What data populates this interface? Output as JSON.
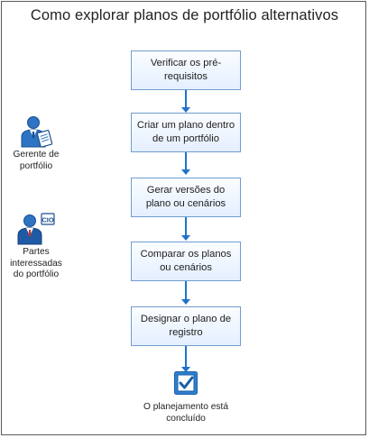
{
  "title": "Como explorar planos de portfólio alternativos",
  "steps": [
    "Verificar os pré-requisitos",
    "Criar um plano dentro de um portfólio",
    "Gerar versões do plano ou cenários",
    "Comparar os planos ou cenários",
    "Designar o plano de registro"
  ],
  "roles": [
    {
      "icon": "portfolio-manager-icon",
      "label": "Gerente de\nportfólio"
    },
    {
      "icon": "cio-stakeholder-icon",
      "label": "Partes\ninteressadas\ndo portfólio"
    }
  ],
  "end": {
    "icon": "checkbox-checked-icon",
    "label": "O planejamento está\nconcluído"
  },
  "colors": {
    "accent": "#1e73c8",
    "box_border": "#6f9dd0",
    "box_fill_top": "#fbfdff",
    "box_fill_bottom": "#e4efff"
  }
}
